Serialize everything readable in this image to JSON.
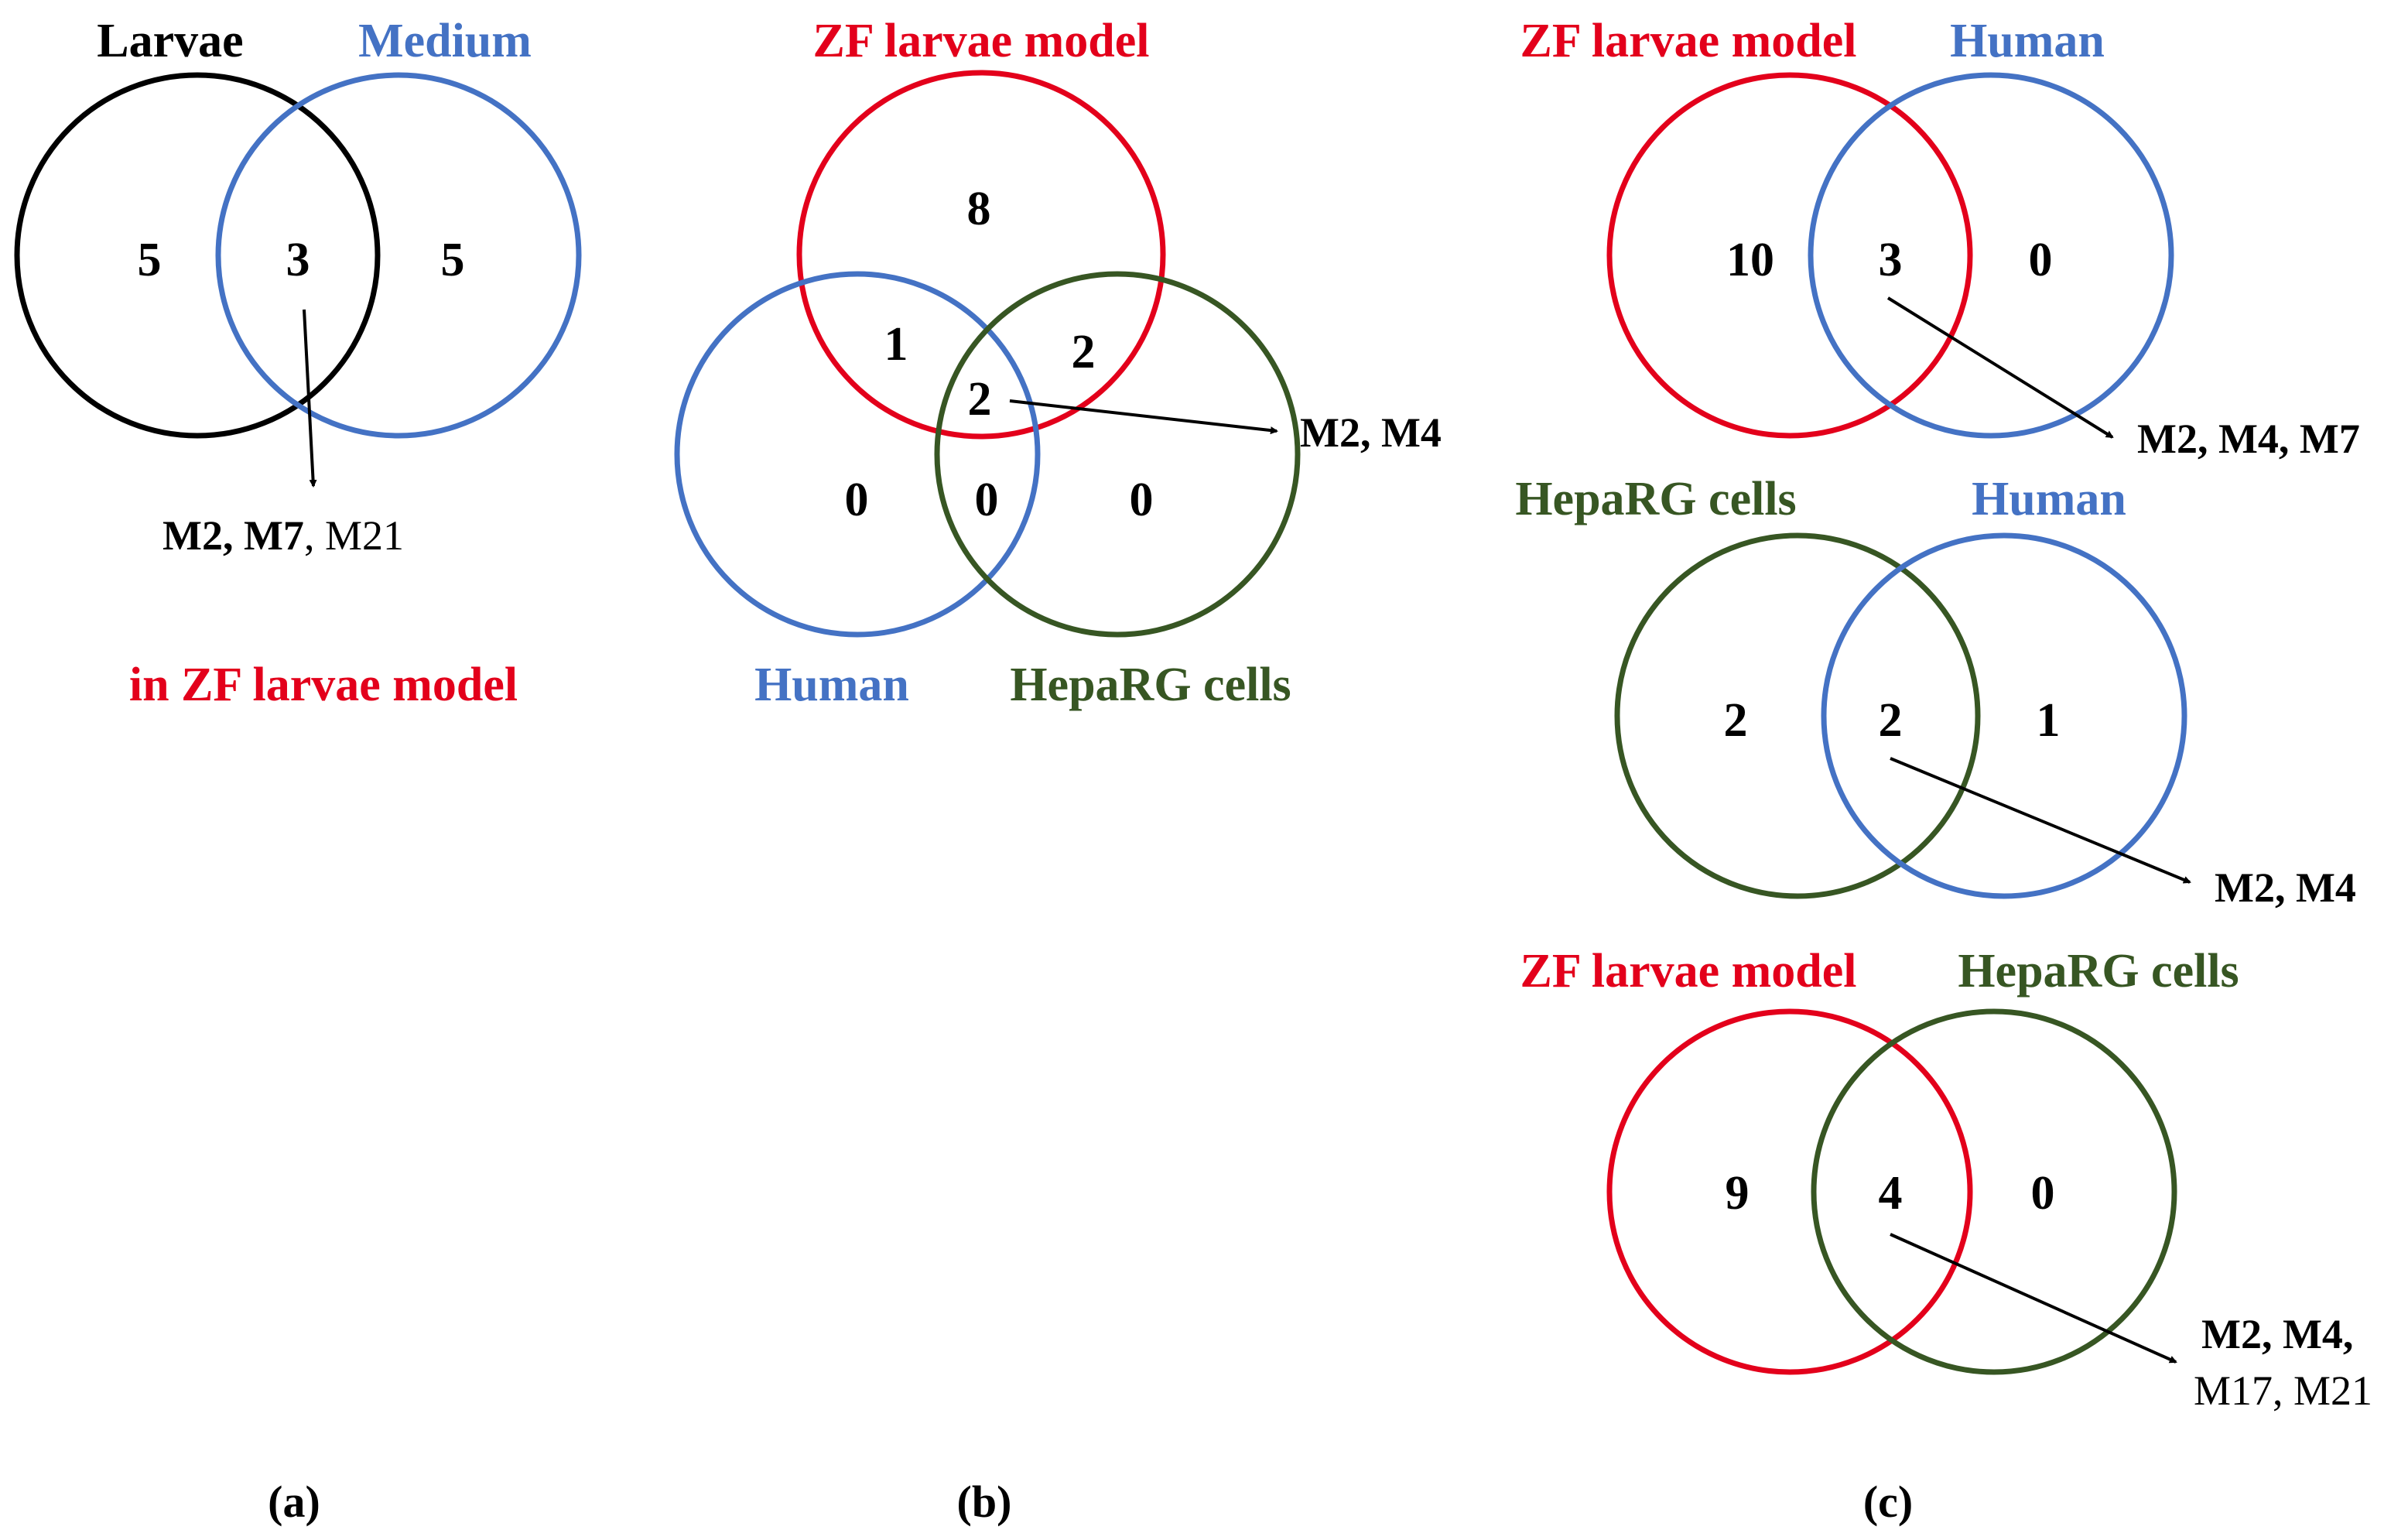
{
  "colors": {
    "black": "#000000",
    "blue": "#4472c4",
    "red": "#e3001b",
    "green": "#375623"
  },
  "panel_a": {
    "label": "(a)",
    "set_left": "Larvae",
    "set_right": "Medium",
    "left_only": "5",
    "overlap": "3",
    "right_only": "5",
    "overlap_bold": "M2, M7",
    "overlap_plain": ", M21",
    "caption": "in ZF larvae model"
  },
  "panel_b": {
    "label": "(b)",
    "set_top": "ZF larvae model",
    "set_left": "Human",
    "set_right": "HepaRG cells",
    "top_only": "8",
    "top_left": "1",
    "top_right": "2",
    "center": "2",
    "left_only": "0",
    "left_right": "0",
    "right_only": "0",
    "center_list": "M2, M4"
  },
  "panel_c": {
    "label": "(c)",
    "v1": {
      "set_left": "ZF larvae model",
      "set_right": "Human",
      "left_only": "10",
      "overlap": "3",
      "right_only": "0",
      "overlap_list": "M2, M4, M7"
    },
    "v2": {
      "set_left": "HepaRG cells",
      "set_right": "Human",
      "left_only": "2",
      "overlap": "2",
      "right_only": "1",
      "overlap_list": "M2, M4"
    },
    "v3": {
      "set_left": "ZF larvae model",
      "set_right": "HepaRG cells",
      "left_only": "9",
      "overlap": "4",
      "right_only": "0",
      "overlap_bold": "M2, M4,",
      "overlap_plain": "M17, M21"
    }
  }
}
